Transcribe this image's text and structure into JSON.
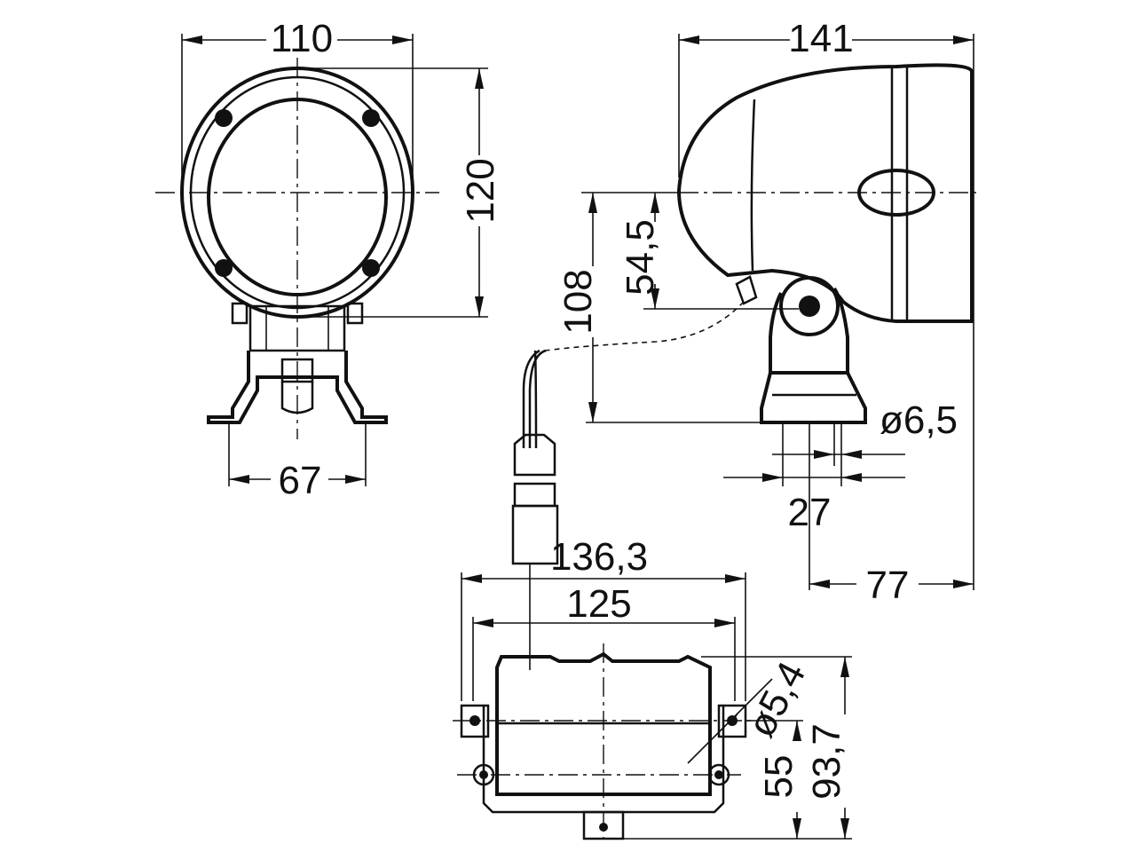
{
  "diagram": {
    "front_view": {
      "width_dim": "110",
      "height_dim": "120",
      "bracket_dim": "67"
    },
    "side_view": {
      "length_dim": "141",
      "axis_height_dim": "54,5",
      "total_height_dim": "108",
      "hole_dim": "ø6,5",
      "bracket_width_dim": "27",
      "offset_dim": "77"
    },
    "ballast_view": {
      "outer_width_dim": "136,3",
      "hole_spacing_dim": "125",
      "hole_dim": "ø5,4",
      "hole_height_dim": "55",
      "total_height_dim": "93,7"
    }
  }
}
